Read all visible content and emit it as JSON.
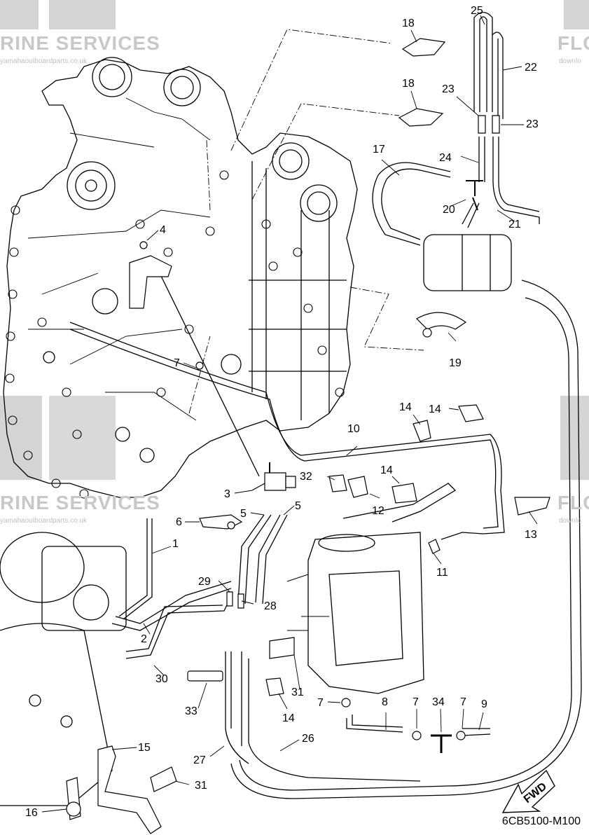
{
  "watermark": {
    "title_left": "RINE SERVICES",
    "url_left": "yamahaoutboardparts.co.uk",
    "title_right": "FLO",
    "url_right": "downlo",
    "title_left_2": "RINE SERVICES",
    "url_left_2": "yamahaoutboardparts.co.uk",
    "title_right_2": "FLO",
    "url_right_2": "downlo"
  },
  "callouts": [
    "1",
    "2",
    "3",
    "4",
    "5",
    "5",
    "6",
    "7",
    "7",
    "7",
    "7",
    "8",
    "9",
    "10",
    "11",
    "12",
    "13",
    "14",
    "14",
    "14",
    "14",
    "15",
    "16",
    "17",
    "18",
    "18",
    "19",
    "20",
    "21",
    "22",
    "23",
    "23",
    "24",
    "25",
    "26",
    "27",
    "28",
    "29",
    "30",
    "31",
    "31",
    "32",
    "33",
    "34"
  ],
  "fwd_label": "FWD",
  "diagram_code": "6CB5100-M100"
}
